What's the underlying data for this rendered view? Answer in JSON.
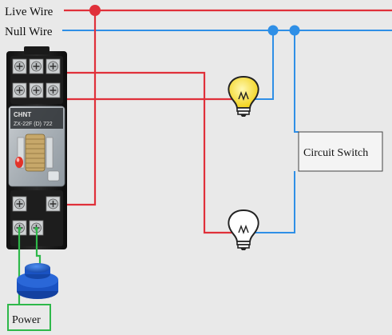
{
  "labels": {
    "live_wire": "Live Wire",
    "null_wire": "Null Wire",
    "circuit_switch": "Circuit Switch",
    "power": "Power"
  },
  "relay": {
    "brand": "CHNT",
    "model": "ZX-22F (D) 722"
  },
  "colors": {
    "live": "#e0303a",
    "null": "#2f8fe6",
    "switch": "#2eb84a",
    "background": "#e9e9e9",
    "bulb_on": "#f2d21b",
    "button": "#1a5fd0"
  }
}
